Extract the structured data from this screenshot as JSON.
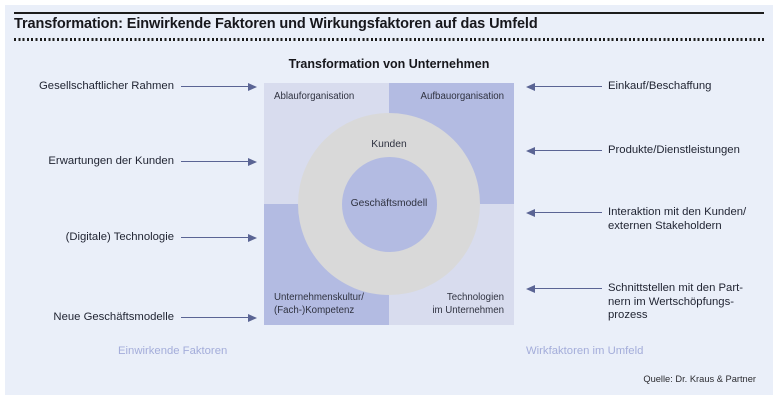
{
  "header": {
    "title": "Transformation: Einwirkende Faktoren und Wirkungsfaktoren auf das Umfeld"
  },
  "diagram": {
    "title": "Transformation von Unternehmen",
    "quadrants": [
      {
        "id": "ablauforganisation",
        "label": "Ablauforganisation",
        "position": "top-left",
        "fill": "#d8dcee"
      },
      {
        "id": "aufbauorganisation",
        "label": "Aufbauorganisation",
        "position": "top-right",
        "fill": "#b3bbe2"
      },
      {
        "id": "unternehmenskultur",
        "label": "Unternehmenskultur/\n(Fach-)Kompetenz",
        "position": "bottom-left",
        "fill": "#b3bbe2"
      },
      {
        "id": "technologien",
        "label": "Technologien\nim Unternehmen",
        "position": "bottom-right",
        "fill": "#d8dcee"
      }
    ],
    "ring_label": "Kunden",
    "core_label": "Geschäftsmodell",
    "ring_fill": "#d9d9d9",
    "core_fill": "#b3bbe2"
  },
  "left": {
    "caption": "Einwirkende Faktoren",
    "items": [
      {
        "label": "Gesellschaftlicher Rahmen"
      },
      {
        "label": "Erwartungen der Kunden"
      },
      {
        "label": "(Digitale) Technologie"
      },
      {
        "label": "Neue Geschäftsmodelle"
      }
    ]
  },
  "right": {
    "caption": "Wirkfaktoren im Umfeld",
    "items": [
      {
        "label": "Einkauf/Beschaffung"
      },
      {
        "label": "Produkte/Dienstleistungen"
      },
      {
        "label": "Interaktion mit den Kunden/\nexternen Stakeholdern"
      },
      {
        "label": "Schnittstellen mit den Part-\nnern im Wertschöpfungs-\nprozess"
      }
    ]
  },
  "footer": {
    "source": "Quelle: Dr. Kraus & Partner"
  },
  "colors": {
    "background": "#eaeff9",
    "accent_dark": "#b3bbe2",
    "accent_light": "#d8dcee",
    "arrow": "#5a6494",
    "caption": "#a4adda"
  }
}
